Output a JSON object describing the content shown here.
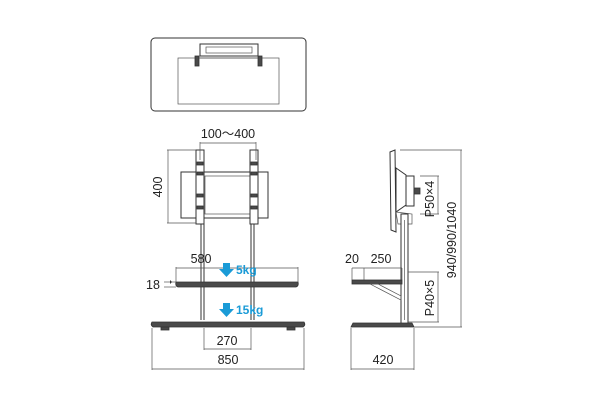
{
  "dimensions": {
    "vesa_width": "100～400",
    "vesa_height": "400",
    "shelf_width": "580",
    "shelf_thickness": "18",
    "base_inner": "270",
    "base_width": "850",
    "depth_top": "20",
    "depth_shelf": "250",
    "depth_base": "420",
    "pitch_upper": "P50×4",
    "pitch_lower": "P40×5",
    "total_height": "940/990/1040"
  },
  "loads": {
    "shelf": "5kg",
    "base": "15kg"
  },
  "colors": {
    "load_arrow": "#1a9bd7",
    "line": "#333333"
  }
}
